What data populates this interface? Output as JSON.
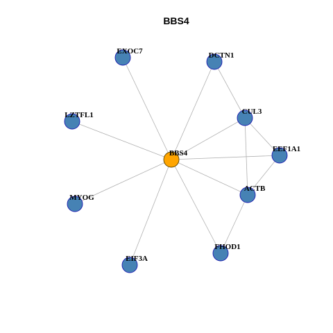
{
  "title": "BBS4",
  "colors": {
    "hub_fill": "#FFA500",
    "node_fill": "#4682B4",
    "node_stroke": "#1A1AB0",
    "edge": "#B0B0B0"
  },
  "nodes": [
    {
      "id": "BBS4",
      "label": "BBS4",
      "hub": true
    },
    {
      "id": "EXOC7",
      "label": "EXOC7"
    },
    {
      "id": "DCTN1",
      "label": "DCTN1"
    },
    {
      "id": "CUL3",
      "label": "CUL3"
    },
    {
      "id": "LZTFL1",
      "label": "LZTFL1"
    },
    {
      "id": "EEF1A1",
      "label": "EEF1A1"
    },
    {
      "id": "ACTB",
      "label": "ACTB"
    },
    {
      "id": "MYOG",
      "label": "MYOG"
    },
    {
      "id": "FHOD1",
      "label": "FHOD1"
    },
    {
      "id": "EIF3A",
      "label": "EIF3A"
    }
  ],
  "edges": [
    [
      "BBS4",
      "EXOC7"
    ],
    [
      "BBS4",
      "DCTN1"
    ],
    [
      "BBS4",
      "CUL3"
    ],
    [
      "BBS4",
      "LZTFL1"
    ],
    [
      "BBS4",
      "EEF1A1"
    ],
    [
      "BBS4",
      "ACTB"
    ],
    [
      "BBS4",
      "MYOG"
    ],
    [
      "BBS4",
      "FHOD1"
    ],
    [
      "BBS4",
      "EIF3A"
    ],
    [
      "DCTN1",
      "CUL3"
    ],
    [
      "CUL3",
      "EEF1A1"
    ],
    [
      "CUL3",
      "ACTB"
    ],
    [
      "EEF1A1",
      "ACTB"
    ],
    [
      "ACTB",
      "FHOD1"
    ]
  ]
}
